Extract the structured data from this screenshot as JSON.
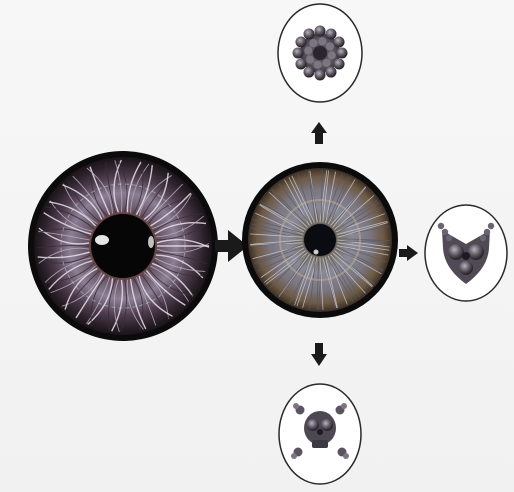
{
  "diagram": {
    "nodes": [
      {
        "id": "source-iris",
        "kind": "iris-photo",
        "color": "#5e4a59"
      },
      {
        "id": "center-iris",
        "kind": "iris-photo",
        "color": "#6e6a70"
      },
      {
        "id": "output-top",
        "kind": "kaleidoscope-pattern-circle"
      },
      {
        "id": "output-right",
        "kind": "kaleidoscope-pattern-heart"
      },
      {
        "id": "output-bottom",
        "kind": "kaleidoscope-pattern-skull"
      }
    ],
    "edges": [
      {
        "from": "source-iris",
        "to": "center-iris",
        "direction": "right"
      },
      {
        "from": "center-iris",
        "to": "output-top",
        "direction": "up"
      },
      {
        "from": "center-iris",
        "to": "output-right",
        "direction": "right"
      },
      {
        "from": "center-iris",
        "to": "output-bottom",
        "direction": "down"
      }
    ],
    "colors": {
      "arrow": "#1a1a1a",
      "ring": "#0b0b0b",
      "outline": "#2a2a2a",
      "background": "#f4f4f4"
    }
  }
}
